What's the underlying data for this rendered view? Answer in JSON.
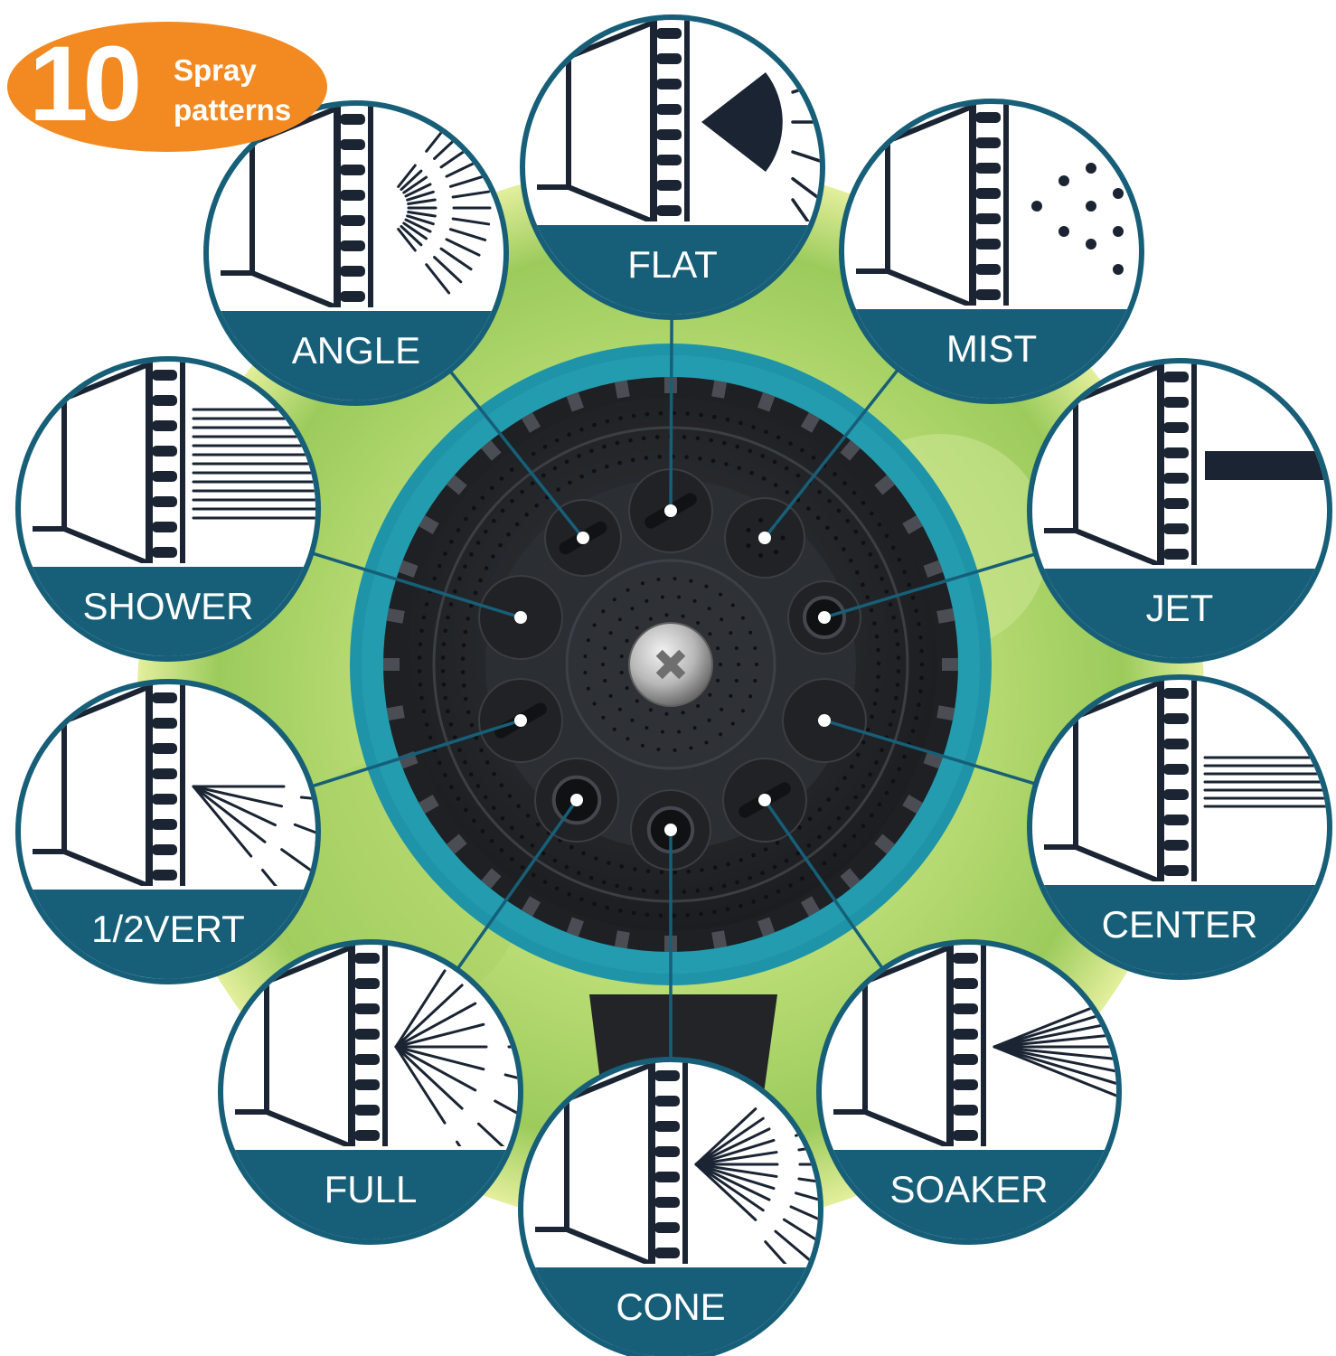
{
  "badge": {
    "number": "10",
    "line1": "Spray",
    "line2": "patterns"
  },
  "colors": {
    "ring_teal": "#1f94a8",
    "nozzle_body": "#26292d",
    "circle_border": "#175f78",
    "label_band": "#175f78",
    "icon_ink": "#1a2433",
    "badge_orange": "#f28a21",
    "background_green": "#b8d96e"
  },
  "patterns": [
    {
      "label": "FLAT",
      "icon": "flat-pattern-icon"
    },
    {
      "label": "MIST",
      "icon": "mist-pattern-icon"
    },
    {
      "label": "JET",
      "icon": "jet-pattern-icon"
    },
    {
      "label": "CENTER",
      "icon": "center-pattern-icon"
    },
    {
      "label": "SOAKER",
      "icon": "soaker-pattern-icon"
    },
    {
      "label": "CONE",
      "icon": "cone-pattern-icon"
    },
    {
      "label": "FULL",
      "icon": "full-pattern-icon"
    },
    {
      "label": "1/2VERT",
      "icon": "half-vert-pattern-icon"
    },
    {
      "label": "SHOWER",
      "icon": "shower-pattern-icon"
    },
    {
      "label": "ANGLE",
      "icon": "angle-pattern-icon"
    }
  ]
}
